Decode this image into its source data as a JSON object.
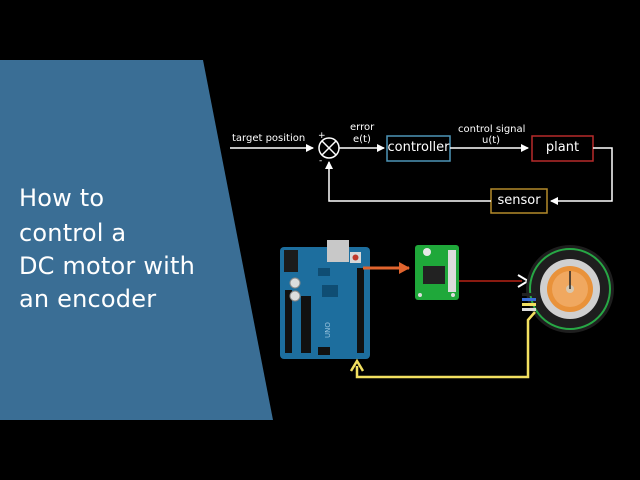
{
  "title": {
    "lines": [
      "How to",
      "control a",
      "DC motor with",
      "an encoder"
    ]
  },
  "diagram": {
    "signals": {
      "target": "target position",
      "error_line1": "error",
      "error_line2": "e(t)",
      "control_line1": "control signal",
      "control_line2": "u(t)"
    },
    "blocks": {
      "controller": "controller",
      "plant": "plant",
      "sensor": "sensor"
    },
    "junction_signs": {
      "top": "+",
      "bottom": "-"
    }
  },
  "colors": {
    "background": "#000000",
    "title_panel": "#3a6e95",
    "controller_border": "#4e95b8",
    "plant_border": "#b82a2a",
    "sensor_border": "#b48a2a",
    "arduino_board": "#1d6e9e",
    "driver_board": "#1fa83a",
    "arrow_orange": "#e0642e",
    "arrow_red": "#8a1a10",
    "arrow_yellow": "#f2e060"
  }
}
